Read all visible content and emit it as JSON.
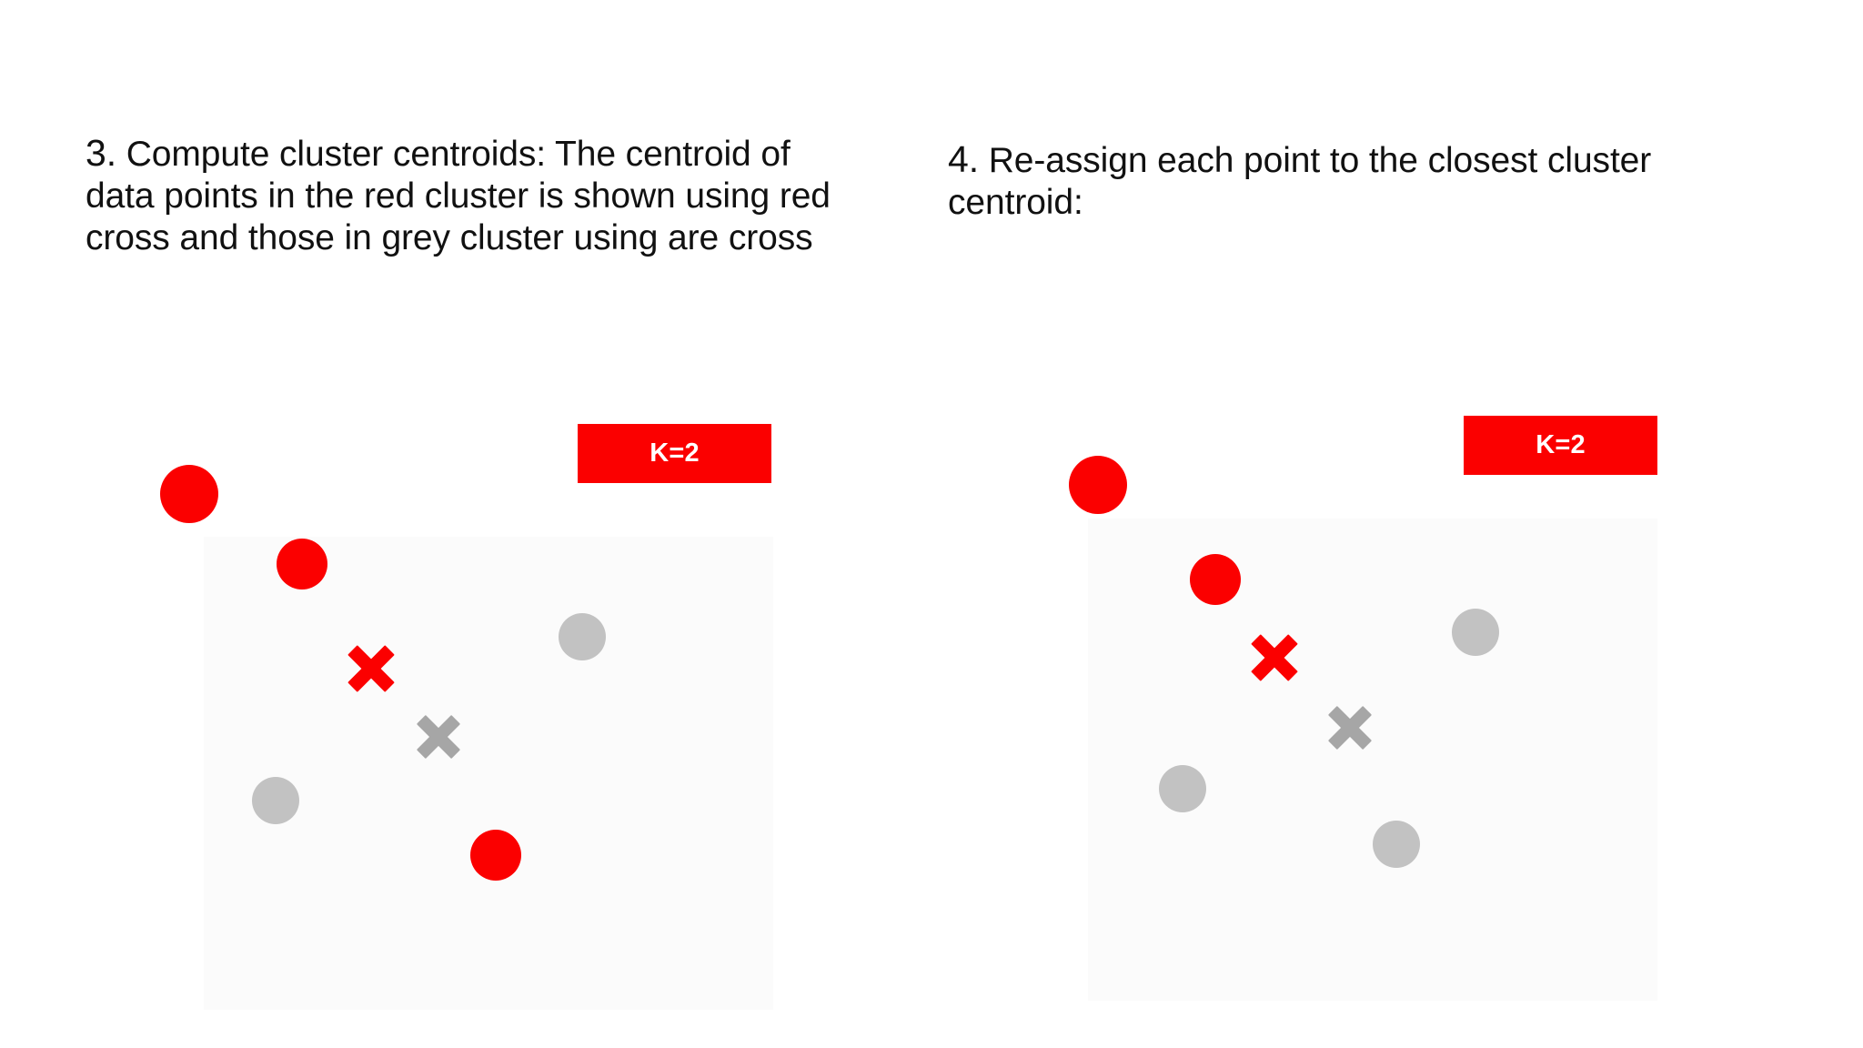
{
  "slide": {
    "background_color": "#ffffff",
    "accent_red": "#fb0000",
    "grey_point": "#c2c2c2",
    "grey_centroid": "#a6a6a6",
    "text_color": "#111111"
  },
  "headings": {
    "left": {
      "number": "3.",
      "text": " Compute cluster centroids: The centroid of data points in the red cluster is shown using red cross and those in grey cluster using are cross"
    },
    "right": {
      "number": "4.",
      "text": " Re-assign each point to the closest cluster centroid:"
    }
  },
  "badges": {
    "left": {
      "label": "K=2"
    },
    "right": {
      "label": "K=2"
    }
  },
  "chart_data": [
    {
      "type": "scatter",
      "title": "3. Compute cluster centroids",
      "xlabel": "",
      "ylabel": "",
      "grid": false,
      "legend": "none",
      "annotations": [
        "K=2"
      ],
      "series": [
        {
          "name": "red cluster points",
          "marker": "circle",
          "color": "#fb0000",
          "points": [
            {
              "x": 58,
              "y": 113,
              "r": 32
            },
            {
              "x": 182,
              "y": 190,
              "r": 28
            },
            {
              "x": 395,
              "y": 510,
              "r": 28
            }
          ]
        },
        {
          "name": "grey cluster points",
          "marker": "circle",
          "color": "#c2c2c2",
          "points": [
            {
              "x": 490,
              "y": 270,
              "r": 26
            },
            {
              "x": 153,
              "y": 450,
              "r": 26
            }
          ]
        },
        {
          "name": "red centroid",
          "marker": "cross",
          "color": "#fb0000",
          "points": [
            {
              "x": 258,
              "y": 305,
              "size": 56
            }
          ]
        },
        {
          "name": "grey centroid",
          "marker": "cross",
          "color": "#a6a6a6",
          "points": [
            {
              "x": 332,
              "y": 380,
              "size": 52
            }
          ]
        }
      ]
    },
    {
      "type": "scatter",
      "title": "4. Re-assign each point to the closest cluster centroid",
      "xlabel": "",
      "ylabel": "",
      "grid": false,
      "legend": "none",
      "annotations": [
        "K=2"
      ],
      "series": [
        {
          "name": "red cluster points",
          "marker": "circle",
          "color": "#fb0000",
          "points": [
            {
              "x": 85,
              "y": 113,
              "r": 32
            },
            {
              "x": 214,
              "y": 217,
              "r": 28
            }
          ]
        },
        {
          "name": "grey cluster points",
          "marker": "circle",
          "color": "#c2c2c2",
          "points": [
            {
              "x": 500,
              "y": 275,
              "r": 26
            },
            {
              "x": 178,
              "y": 447,
              "r": 26
            },
            {
              "x": 413,
              "y": 508,
              "r": 26
            }
          ]
        },
        {
          "name": "red centroid",
          "marker": "cross",
          "color": "#fb0000",
          "points": [
            {
              "x": 279,
              "y": 303,
              "size": 56
            }
          ]
        },
        {
          "name": "grey centroid",
          "marker": "cross",
          "color": "#a6a6a6",
          "points": [
            {
              "x": 362,
              "y": 380,
              "size": 52
            }
          ]
        }
      ]
    }
  ]
}
